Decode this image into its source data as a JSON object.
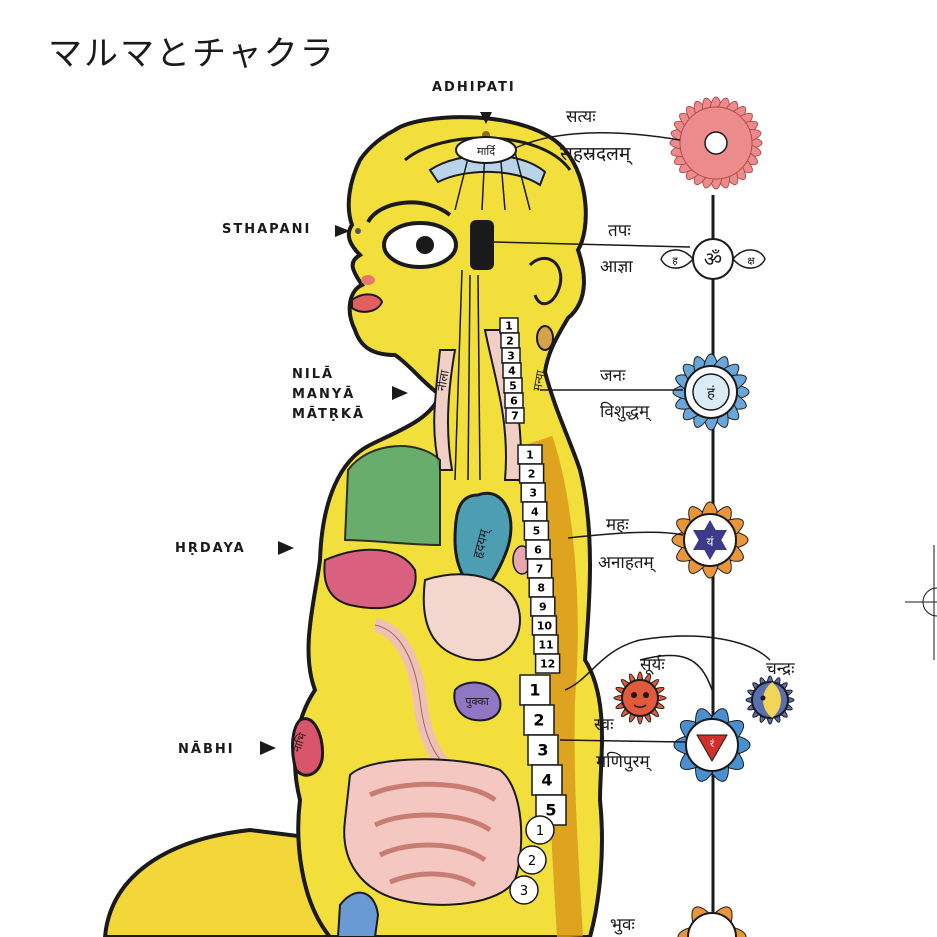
{
  "title": "マルマとチャクラ",
  "marma_labels": {
    "adhipati": "ADHIPATI",
    "sthapani": "STHAPANI",
    "nila": "NILĀ",
    "manya": "MANYĀ",
    "matrka": "MĀTṚKĀ",
    "hrdaya": "HṚDAYA",
    "nabhi": "NĀBHI"
  },
  "chakra_labels": {
    "satya": "सत्यः",
    "sahasradalam": "सहस्रदलम्",
    "tapah": "तपः",
    "ajna": "आज्ञा",
    "janah": "जनः",
    "vishuddham": "विशुद्धम्",
    "mahah": "महः",
    "anahatam": "अनाहतम्",
    "surya": "सूर्यः",
    "chandra": "चन्द्रः",
    "svah": "स्वः",
    "manipuram": "मणिपुरम्",
    "bhuvah": "भुवः"
  },
  "organ_labels": {
    "heart_text": "हृदयम्",
    "stomach_text": "पुक्का",
    "nabhi_text": "नाभि",
    "nila_text": "नीला",
    "manya_text": "मन्या"
  },
  "vertebrae": {
    "cervical": [
      "1",
      "2",
      "3",
      "4",
      "5",
      "6",
      "7"
    ],
    "thoracic": [
      "1",
      "2",
      "3",
      "4",
      "5",
      "6",
      "7",
      "8",
      "9",
      "10",
      "11",
      "12"
    ],
    "lumbar": [
      "1",
      "2",
      "3",
      "4",
      "5"
    ],
    "sacral": [
      "1",
      "2",
      "3"
    ]
  },
  "colors": {
    "body": "#f3df3c",
    "outline": "#1a1a1a",
    "sahasrara": "#ec8b8b",
    "vishuddha": "#6aa7d8",
    "anahata": "#e9963a",
    "manipura": "#4a8fd1",
    "lung": "#5aa872",
    "liver": "#d9607e",
    "heart": "#4e9eb3",
    "stomach": "#f3d7cf",
    "intestine": "#f4c8c0",
    "navel": "#d9556a",
    "kidney": "#8f77c4",
    "pelvic": "#6a9ad4"
  }
}
